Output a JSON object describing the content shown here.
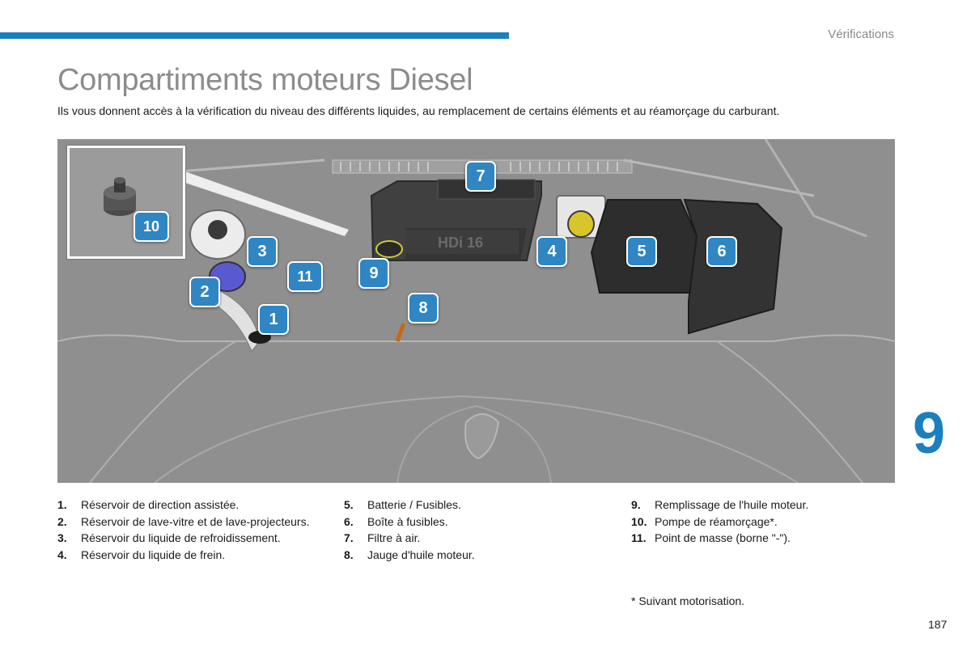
{
  "header": {
    "section": "Vérifications"
  },
  "title": "Compartiments moteurs Diesel",
  "intro": "Ils vous donnent accès à la vérification du niveau des différents liquides, au remplacement de certains éléments et au réamorçage du carburant.",
  "diagram": {
    "callouts": [
      "1",
      "2",
      "3",
      "4",
      "5",
      "6",
      "7",
      "8",
      "9",
      "10",
      "11"
    ],
    "engine_cover_text": "HDi 16"
  },
  "legend": {
    "col1": [
      {
        "num": "1.",
        "text": "Réservoir de direction assistée."
      },
      {
        "num": "2.",
        "text": "Réservoir de lave-vitre et de lave-projecteurs."
      },
      {
        "num": "3.",
        "text": "Réservoir du liquide de refroidissement."
      },
      {
        "num": "4.",
        "text": "Réservoir du liquide de frein."
      }
    ],
    "col2": [
      {
        "num": "5.",
        "text": "Batterie / Fusibles."
      },
      {
        "num": "6.",
        "text": "Boîte à fusibles."
      },
      {
        "num": "7.",
        "text": "Filtre à air."
      },
      {
        "num": "8.",
        "text": "Jauge d'huile moteur."
      }
    ],
    "col3": [
      {
        "num": "9.",
        "text": "Remplissage de l'huile moteur."
      },
      {
        "num": "10.",
        "text": "Pompe de réamorçage*."
      },
      {
        "num": "11.",
        "text": "Point de masse (borne \"-\")."
      }
    ]
  },
  "footnote": "* Suivant motorisation.",
  "chapter": "9",
  "page_number": "187"
}
